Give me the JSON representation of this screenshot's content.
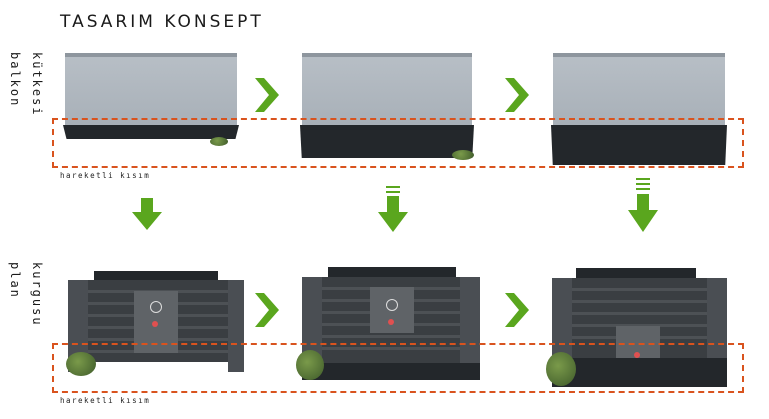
{
  "title": "TASARIM KONSEPT",
  "left_labels": {
    "top_col1": "balkon",
    "top_col2": "kütkesi",
    "bottom_col1": "plan",
    "bottom_col2": "kurgusu"
  },
  "moving_part_label_top": "hareketli kısım",
  "moving_part_label_bottom": "hareketli kısım",
  "colors": {
    "accent_dashed": "#d9531e",
    "arrow_green": "#5aa61e",
    "slab": "#23272b",
    "wall": "#b0b7be"
  },
  "icons": [
    "chevron-right-icon",
    "arrow-down-icon"
  ]
}
